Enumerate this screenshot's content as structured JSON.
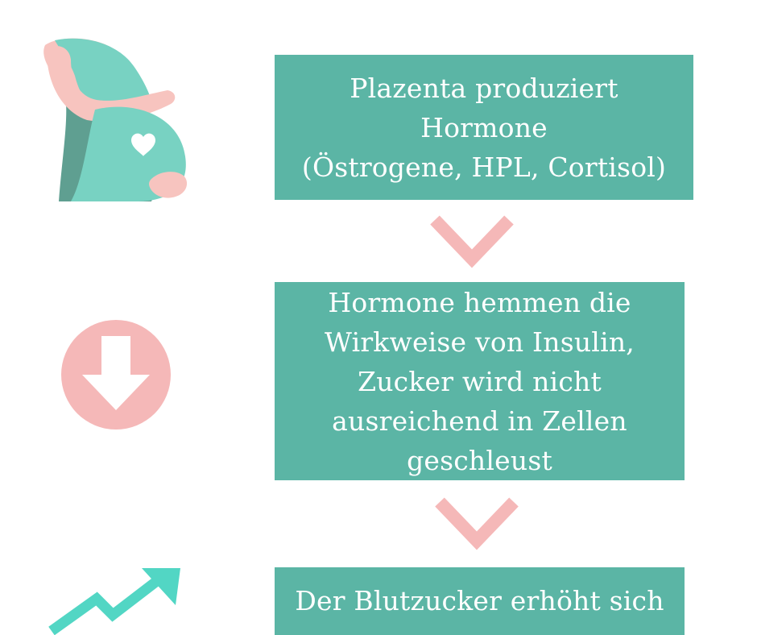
{
  "flow": {
    "steps": [
      {
        "text": "Plazenta produziert\nHormone\n(Östrogene, HPL, Cortisol)"
      },
      {
        "text": "Hormone hemmen die\nWirkweise von Insulin,\nZucker wird nicht\nausreichend in Zellen\ngeschleust"
      },
      {
        "text": "Der Blutzucker erhöht sich"
      }
    ]
  },
  "icons": {
    "step1": "pregnant-woman-icon",
    "step2": "down-arrow-circle-icon",
    "step3": "trend-up-arrow-icon",
    "connector": "chevron-down-icon"
  },
  "colors": {
    "box": "#5bb5a5",
    "text": "#ffffff",
    "accent_pink": "#f5b8b8",
    "teal_light": "#78d2c2",
    "teal_dark": "#5f9f91",
    "trend": "#52d6c4"
  }
}
